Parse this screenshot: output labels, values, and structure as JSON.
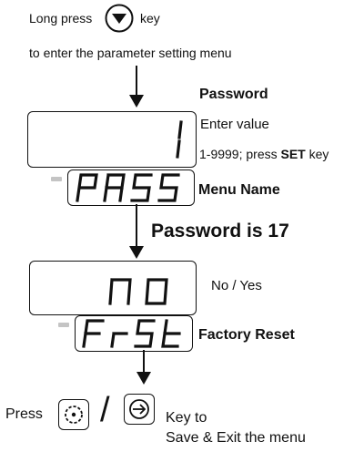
{
  "intro": {
    "long_press_prefix": "Long press",
    "long_press_suffix": "key",
    "enter_menu": "to enter the parameter setting menu"
  },
  "password_step": {
    "heading": "Password",
    "enter_value": "Enter value",
    "range_prefix": "1-9999; press ",
    "set_key": "SET",
    "range_suffix": " key",
    "display_value": "1",
    "menu_code": "PASS",
    "menu_name_label": "Menu Name",
    "hint": "Password is 17"
  },
  "reset_step": {
    "display_value": "no",
    "options_label": "No / Yes",
    "menu_code": "FrSt",
    "menu_name_label": "Factory Reset"
  },
  "exit_step": {
    "press": "Press",
    "slash": "/",
    "key_to": "Key to",
    "save_exit": "Save & Exit the menu"
  },
  "icons": {
    "down_key": "down-arrow-circle-icon",
    "set_key": "gear-icon",
    "exit_key": "exit-arrow-icon"
  }
}
